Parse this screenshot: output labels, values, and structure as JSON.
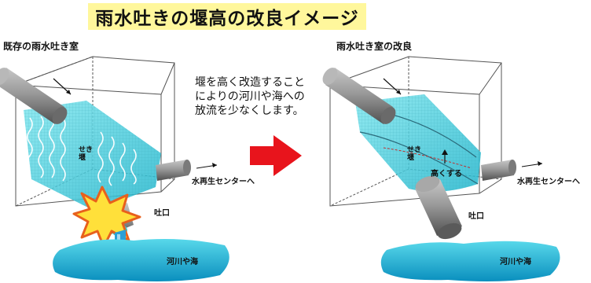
{
  "title": "雨水吐きの堰高の改良イメージ",
  "left_panel": {
    "heading": "既存の雨水吐き室",
    "weir_label": "せき堰",
    "outfall_label": "吐口",
    "pipe_label": "水再生センターへ",
    "river_label": "河川や海"
  },
  "explanation": {
    "lines": [
      "堰を高く改造すること",
      "によりの河川や海への",
      "放流を少なくします。"
    ]
  },
  "right_panel": {
    "heading": "雨水吐き室の改良",
    "weir_label": "せき堰",
    "raise_label": "高くする",
    "outfall_label": "吐口",
    "pipe_label": "水再生センターへ",
    "river_label": "河川や海"
  },
  "colors": {
    "banner": "#fff79c",
    "water": "#30c8d8",
    "arrow": "#e8141c",
    "pipe": "#8a8a8a"
  }
}
